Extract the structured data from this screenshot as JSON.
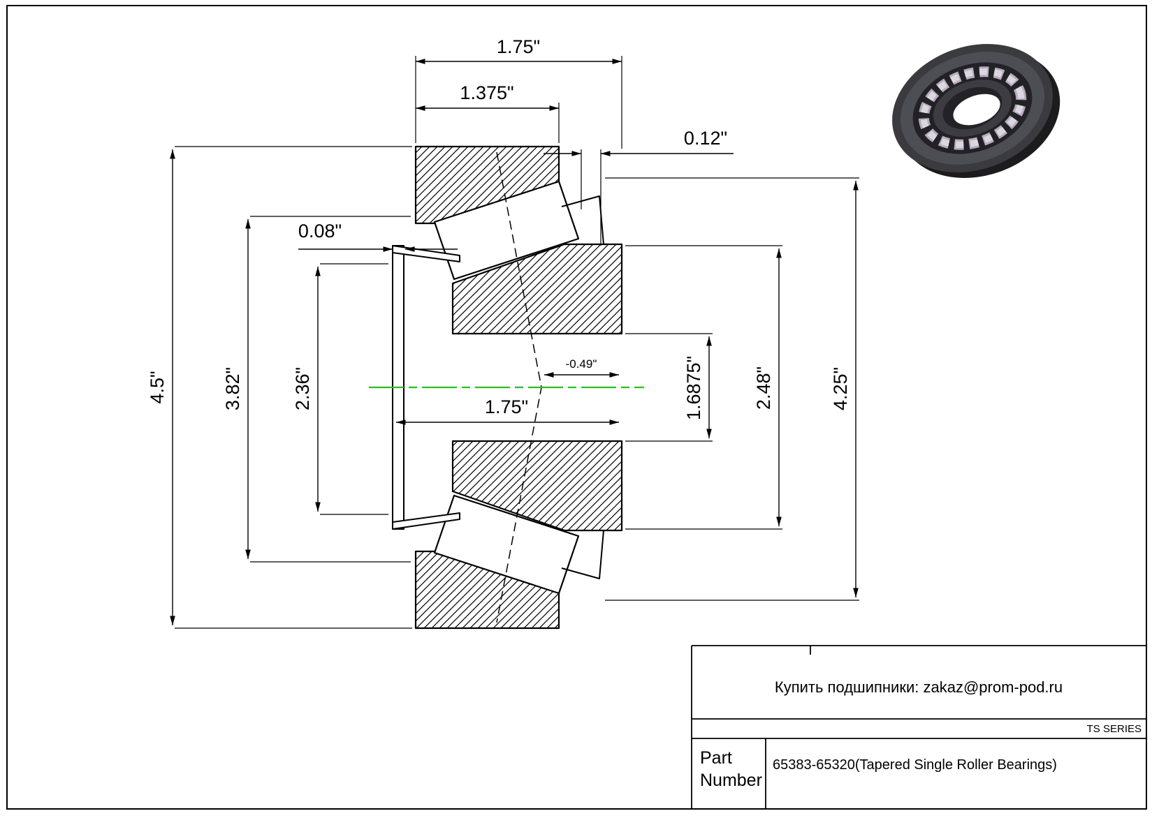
{
  "drawing": {
    "centerline_color": "#00d400",
    "dims": {
      "overall_width": "1.75\"",
      "cup_width": "1.375\"",
      "step": "0.12\"",
      "rib": "0.08\"",
      "outer_diameter": "4.5\"",
      "cup_inner": "3.82\"",
      "cone_front": "2.36\"",
      "cone_width": "1.75\"",
      "apex_offset": "-0.49\"",
      "bore": "1.6875\"",
      "cone_back": "2.48\"",
      "cup_od": "4.25\""
    }
  },
  "title_block": {
    "contact": "Купить подшипники: zakaz@prom-pod.ru",
    "series": "TS SERIES",
    "part_label_line1": "Part",
    "part_label_line2": "Number",
    "part_number": "65383-65320(Tapered Single Roller Bearings)"
  }
}
